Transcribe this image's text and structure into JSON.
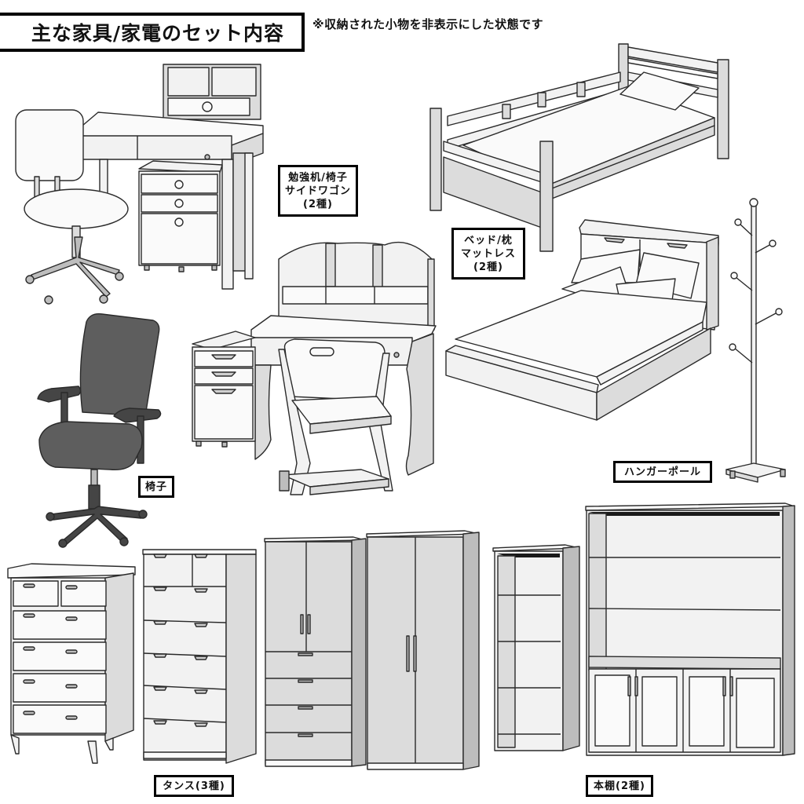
{
  "header": {
    "title": "主な家具/家電のセット内容",
    "note": "※収納された小物を非表示にした状態です"
  },
  "labels": {
    "desk_set": {
      "line1": "勉強机/椅子",
      "line2": "サイドワゴン",
      "line3": "(2種)"
    },
    "bed_set": {
      "line1": "ベッド/枕",
      "line2": "マットレス",
      "line3": "(2種)"
    },
    "hanger_pole": "ハンガーポール",
    "chair": "椅子",
    "tansu": "タンス(3種)",
    "bookshelf": "本棚(2種)"
  },
  "items": [
    {
      "name": "desk-set-1",
      "group": "勉強机/椅子 サイドワゴン"
    },
    {
      "name": "desk-set-2",
      "group": "勉強机/椅子 サイドワゴン"
    },
    {
      "name": "single-bed",
      "group": "ベッド/枕 マットレス"
    },
    {
      "name": "double-bed",
      "group": "ベッド/枕 マットレス"
    },
    {
      "name": "hanger-pole",
      "group": "ハンガーポール"
    },
    {
      "name": "office-chair",
      "group": "椅子"
    },
    {
      "name": "chest-1",
      "group": "タンス"
    },
    {
      "name": "chest-2",
      "group": "タンス"
    },
    {
      "name": "wardrobe",
      "group": "タンス"
    },
    {
      "name": "bookshelf-small",
      "group": "本棚"
    },
    {
      "name": "bookshelf-large",
      "group": "本棚"
    }
  ],
  "colors": {
    "background": "#ffffff",
    "outline": "#2a2a2a",
    "panel_light": "#eeeeee",
    "panel_mid": "#d6d6d6",
    "panel_dark": "#b4b4b4",
    "chair_dark": "#5e5e5e"
  }
}
